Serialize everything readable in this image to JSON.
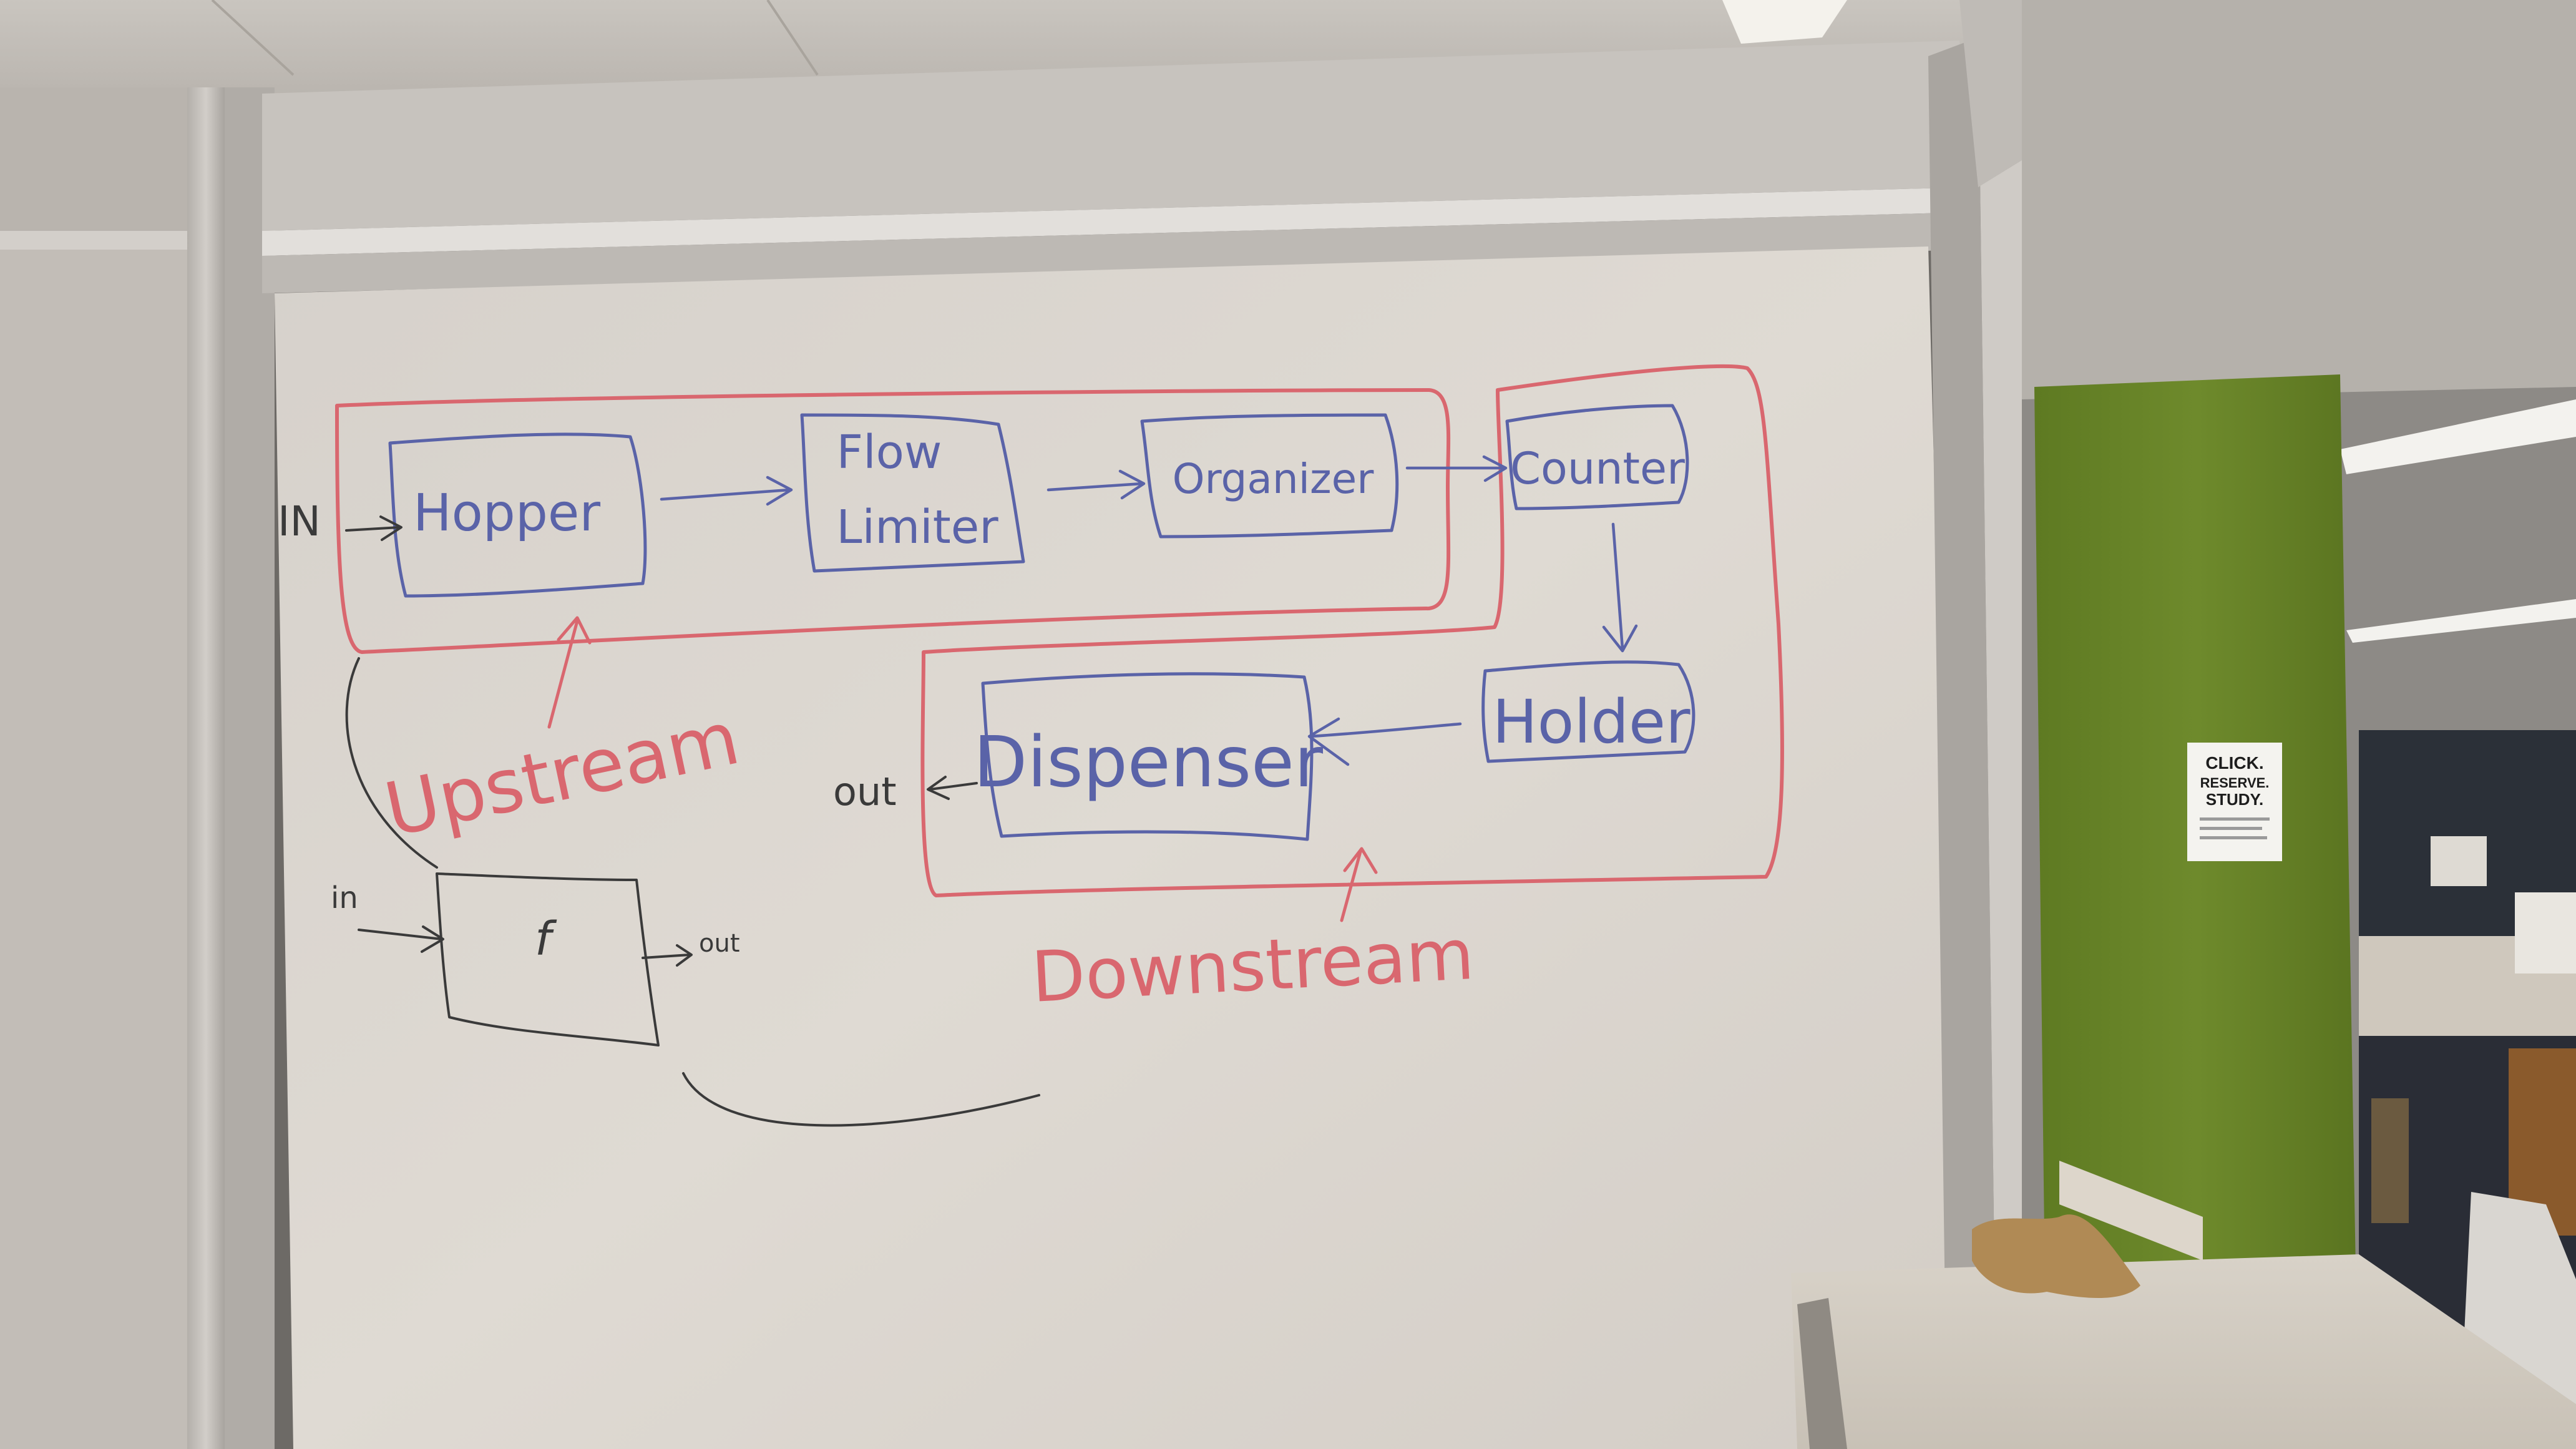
{
  "whiteboard": {
    "blocks": {
      "hopper": "Hopper",
      "flow_limiter_line1": "Flow",
      "flow_limiter_line2": "Limiter",
      "organizer": "Organizer",
      "counter": "Counter",
      "holder": "Holder",
      "dispenser": "Dispenser"
    },
    "io_labels": {
      "main_input": "IN",
      "main_output": "out"
    },
    "group_labels": {
      "upstream": "Upstream",
      "downstream": "Downstream"
    },
    "function_box": {
      "symbol": "f",
      "input_label": "in",
      "output_label": "out"
    }
  },
  "poster": {
    "line1": "CLICK.",
    "line2": "RESERVE.",
    "line3": "STUDY."
  },
  "colors": {
    "blue_marker": "#5a63a8",
    "red_marker": "#d9676f",
    "black_marker": "#3a3a3a",
    "board": "#dcd7d0",
    "green_pillar": "#6e8a2c"
  }
}
